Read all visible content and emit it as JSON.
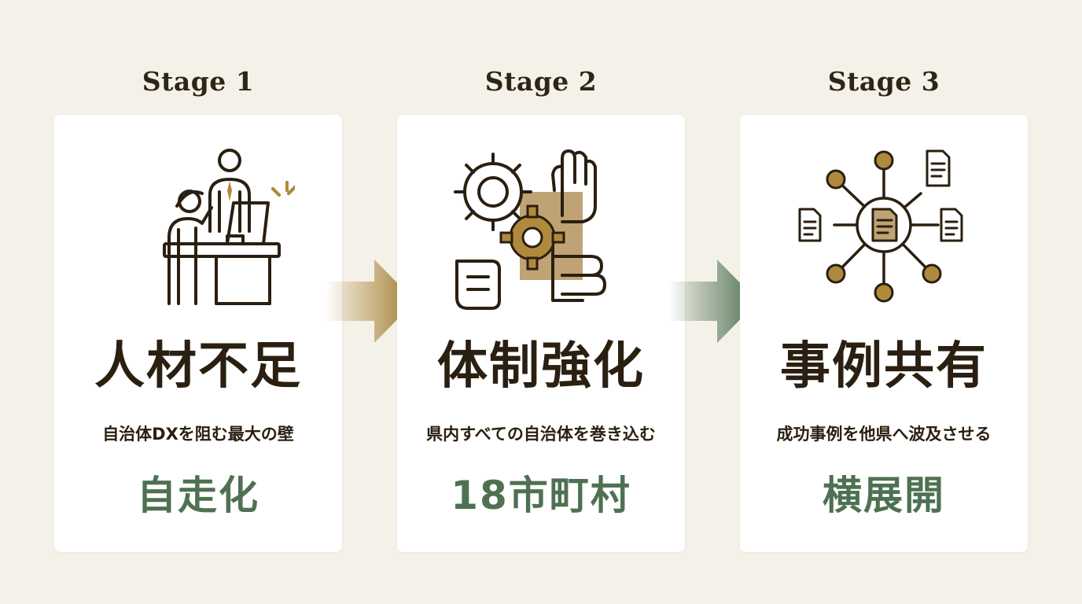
{
  "stages": [
    {
      "label": "Stage 1",
      "icon": "person-at-desk-icon",
      "title": "人材不足",
      "description": "自治体DXを阻む最大の壁",
      "keyword": "自走化"
    },
    {
      "label": "Stage 2",
      "icon": "gears-hands-teamwork-icon",
      "title": "体制強化",
      "description": "県内すべての自治体を巻き込む",
      "keyword": "18市町村"
    },
    {
      "label": "Stage 3",
      "icon": "document-network-icon",
      "title": "事例共有",
      "description": "成功事例を他県へ波及させる",
      "keyword": "横展開"
    }
  ],
  "colors": {
    "background": "#f4f1e9",
    "card": "#ffffff",
    "text_dark": "#2a1f10",
    "accent_gold": "#b08a3c",
    "accent_green": "#4e7152",
    "icon_fill": "#bfa374"
  }
}
